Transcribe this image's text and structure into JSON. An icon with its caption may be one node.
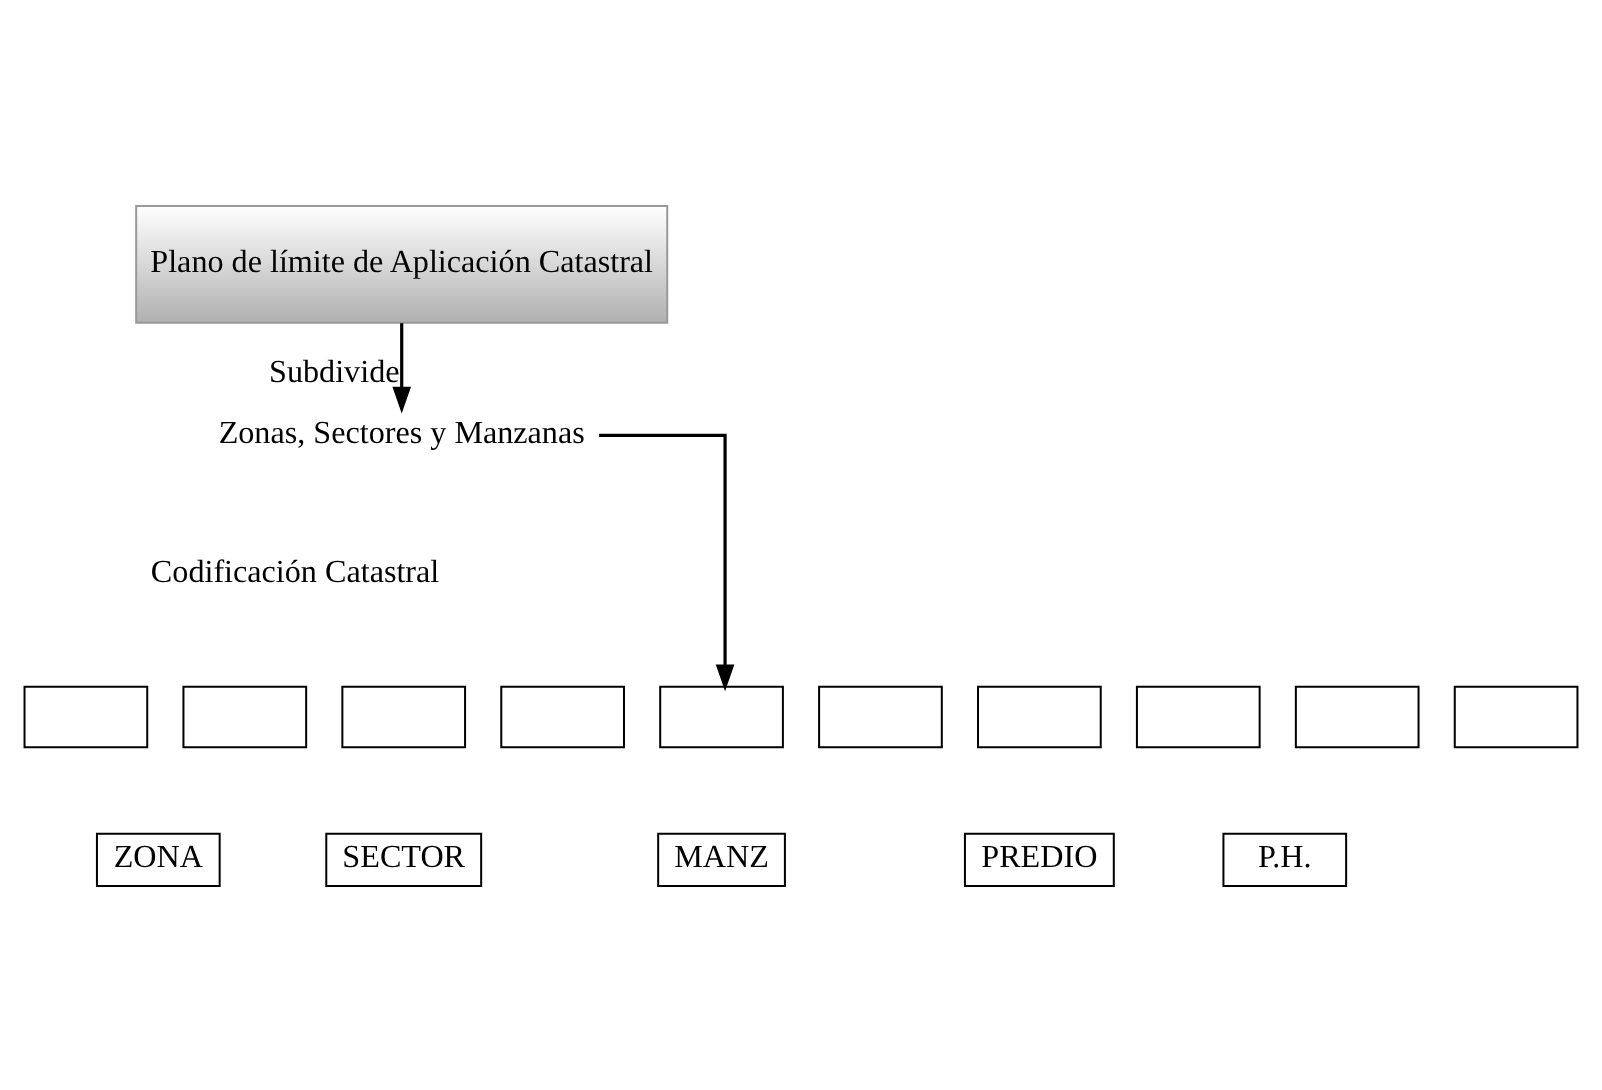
{
  "diagram": {
    "nodes": [
      {
        "text": [
          "Plano de límite de Aplicación Catastral"
        ]
      },
      {
        "text": [
          "Zonas, Sectores y Manzanas"
        ]
      },
      {
        "text": [],
        "shape": "box"
      },
      {
        "text": [],
        "shape": "box"
      },
      {
        "text": [],
        "shape": "box"
      },
      {
        "text": [],
        "shape": "box"
      },
      {
        "text": [],
        "shape": "box"
      },
      {
        "text": [],
        "shape": "box"
      },
      {
        "text": [],
        "shape": "box"
      },
      {
        "text": [],
        "shape": "box"
      },
      {
        "text": [],
        "shape": "box"
      },
      {
        "text": [],
        "shape": "box"
      },
      {
        "text": [
          "ZONA"
        ]
      },
      {
        "text": [
          "SECTOR"
        ]
      },
      {
        "text": [
          "MANZ"
        ]
      },
      {
        "text": [
          "PREDIO"
        ]
      },
      {
        "text": [
          "P.H."
        ]
      }
    ],
    "edges": [
      {
        "from": 0,
        "to": 1,
        "arrow": "to",
        "label": "Subdivide"
      },
      {
        "from": 1,
        "to": 6,
        "arrow": "to"
      }
    ],
    "labels": [
      "Codificación Catastral"
    ]
  }
}
